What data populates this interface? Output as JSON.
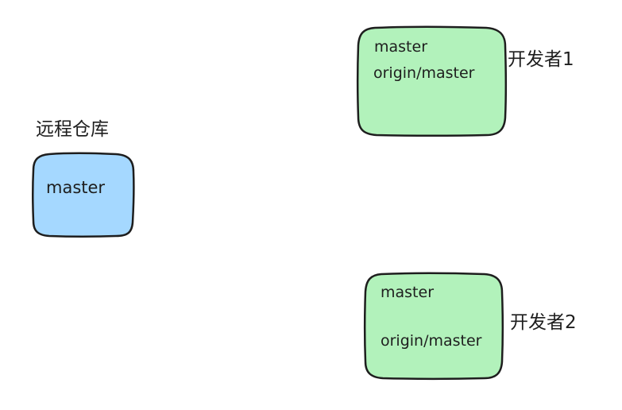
{
  "remote": {
    "title": "远程仓库",
    "branch": "master",
    "fill": "#a5d8ff"
  },
  "dev1": {
    "label": "开发者1",
    "branch": "master",
    "tracking": "origin/master",
    "fill": "#b2f2bb"
  },
  "dev2": {
    "label": "开发者2",
    "branch": "master",
    "tracking": "origin/master",
    "fill": "#b2f2bb"
  },
  "stroke": "#1e1e1e"
}
